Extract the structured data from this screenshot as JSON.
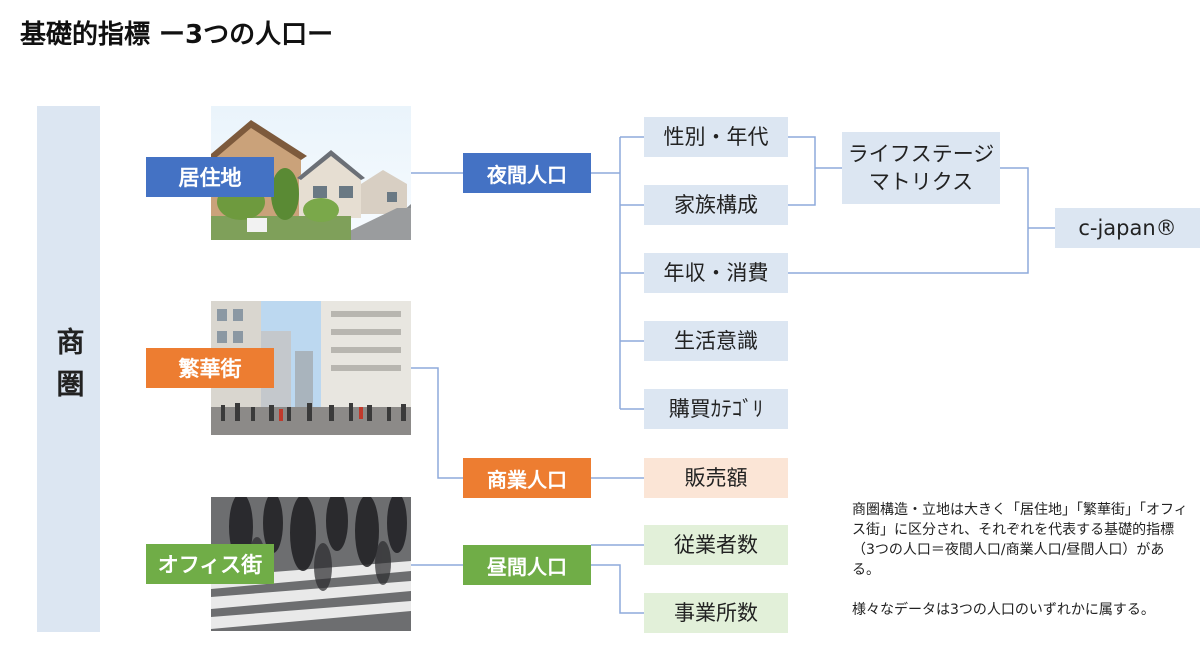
{
  "title": "基礎的指標 ー3つの人口ー",
  "side_label": "商圏",
  "areas": {
    "residential": "居住地",
    "downtown": "繁華街",
    "office": "オフィス街"
  },
  "populations": {
    "night": "夜間人口",
    "commercial": "商業人口",
    "day": "昼間人口"
  },
  "attributes": {
    "gender_age": "性別・年代",
    "family": "家族構成",
    "income": "年収・消費",
    "awareness": "生活意識",
    "category": "購買ｶﾃｺﾞﾘ",
    "sales": "販売額",
    "employees": "従業者数",
    "establishments": "事業所数"
  },
  "life_stage": {
    "line1": "ライフステージ",
    "line2": "マトリクス"
  },
  "cjapan": "c-japan®",
  "description": {
    "p1": "商圏構造・立地は大きく「居住地」「繁華街」「オフィス街」に区分され、それぞれを代表する基礎的指標（3つの人口＝夜間人口/商業人口/昼間人口）がある。",
    "p2": "様々なデータは3つの人口のいずれかに属する。"
  },
  "colors": {
    "blue": "#4472c4",
    "orange": "#ed7d31",
    "green": "#70ad47",
    "light_blue": "#dce6f2",
    "light_orange": "#fbe5d6",
    "light_green": "#e2f0d9",
    "connector": "#8eaadb"
  }
}
